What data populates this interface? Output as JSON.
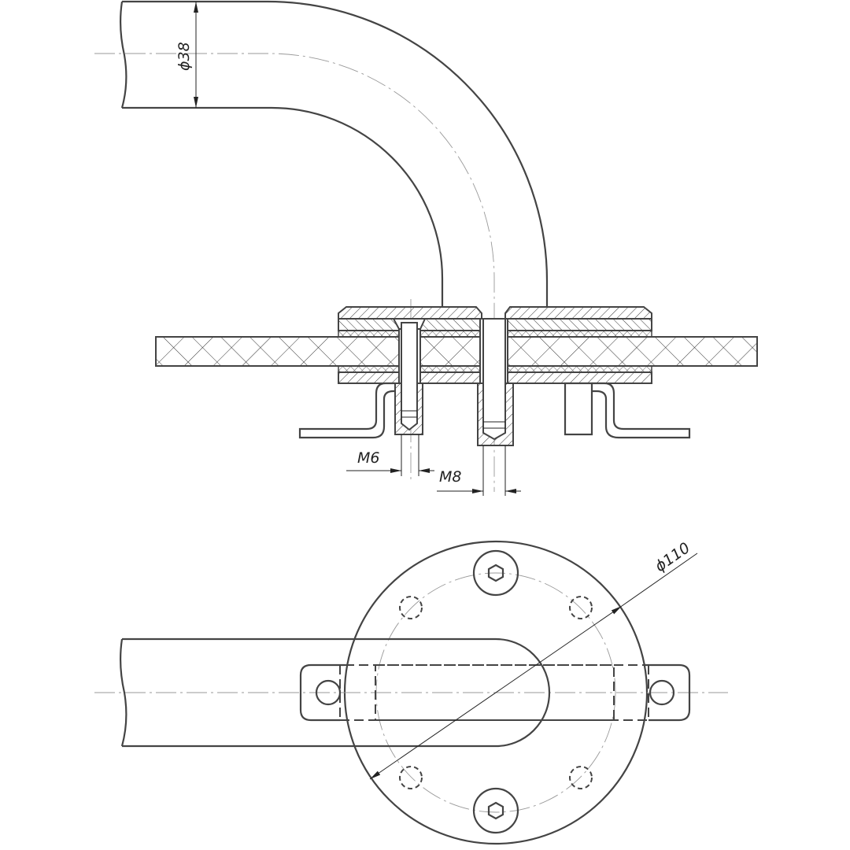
{
  "dimensions": {
    "pipe_diameter": "ϕ38",
    "bolt_small": "M6",
    "bolt_large": "M8",
    "flange_diameter": "ϕ110"
  },
  "colors": {
    "line": "#444444",
    "centerline": "#999999",
    "background": "#ffffff"
  }
}
